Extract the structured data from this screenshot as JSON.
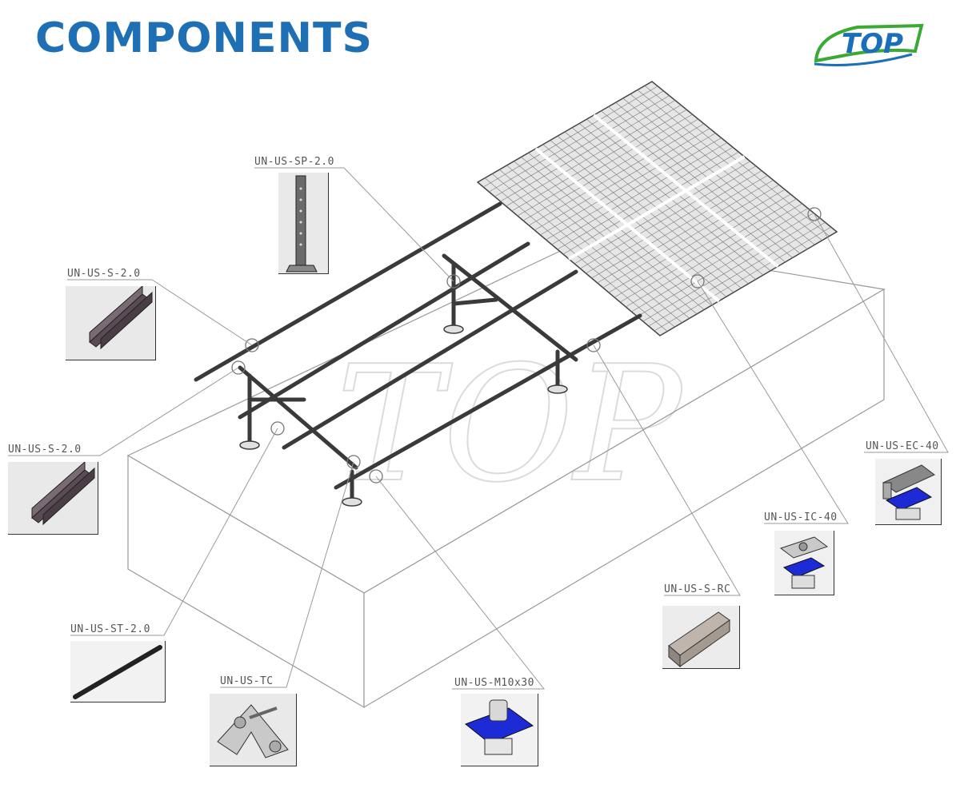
{
  "title": "COMPONENTS",
  "logo": {
    "text": "TOP",
    "brand_colors": {
      "green": "#3aa935",
      "blue": "#1a6fba"
    }
  },
  "colors": {
    "title": "#1f6fb5",
    "leader_line": "#9a9a9a",
    "structure": "#3a3a3a",
    "block": "#c8c8c8",
    "clamp_blue": "#1c2bd6"
  },
  "callouts": [
    {
      "id": "sp",
      "label": "UN-US-SP-2.0",
      "part": "support-post"
    },
    {
      "id": "s_upper",
      "label": "UN-US-S-2.0",
      "part": "rail-profile"
    },
    {
      "id": "s_lower",
      "label": "UN-US-S-2.0",
      "part": "rail-profile"
    },
    {
      "id": "st",
      "label": "UN-US-ST-2.0",
      "part": "strut-bar"
    },
    {
      "id": "tc",
      "label": "UN-US-TC",
      "part": "triangle-connector"
    },
    {
      "id": "m10",
      "label": "UN-US-M10x30",
      "part": "bolt-clamp"
    },
    {
      "id": "rc",
      "label": "UN-US-S-RC",
      "part": "rail-connector"
    },
    {
      "id": "ic",
      "label": "UN-US-IC-40",
      "part": "inter-clamp"
    },
    {
      "id": "ec",
      "label": "UN-US-EC-40",
      "part": "end-clamp"
    }
  ],
  "watermark": "TOP"
}
